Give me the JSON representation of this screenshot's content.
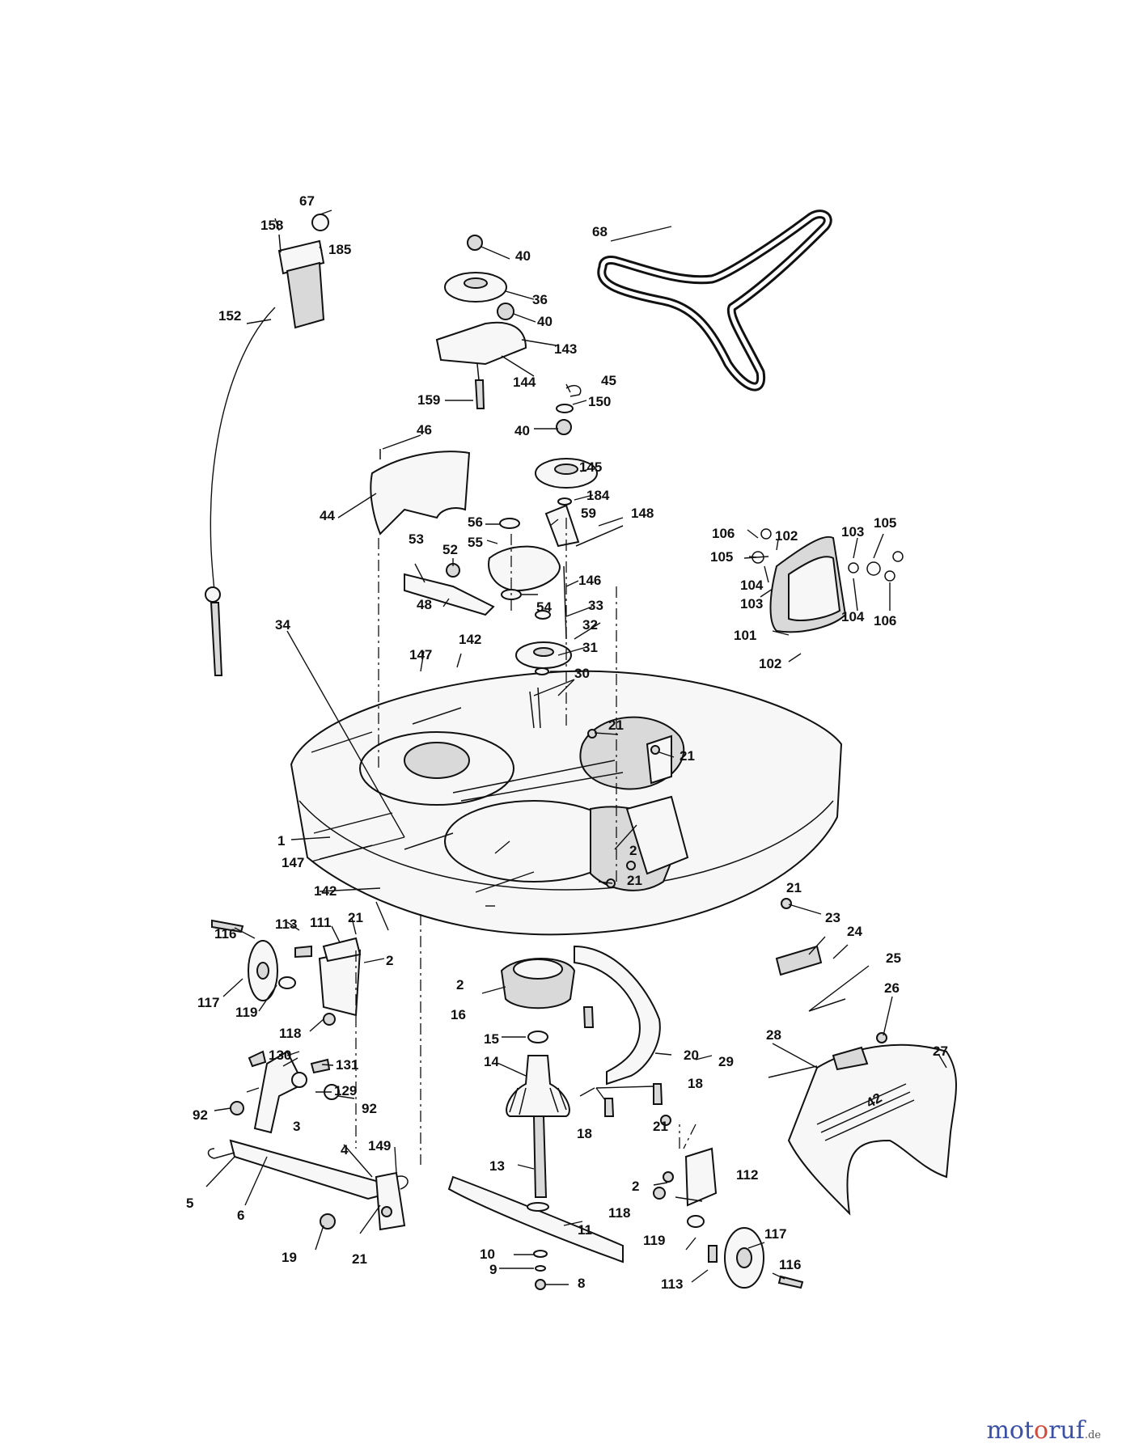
{
  "labels": [
    "1",
    "2",
    "2",
    "2",
    "2",
    "3",
    "4",
    "5",
    "6",
    "8",
    "9",
    "10",
    "11",
    "13",
    "14",
    "15",
    "16",
    "18",
    "18",
    "19",
    "20",
    "21",
    "21",
    "21",
    "21",
    "21",
    "21",
    "21",
    "23",
    "24",
    "25",
    "26",
    "27",
    "28",
    "29",
    "30",
    "31",
    "32",
    "33",
    "34",
    "36",
    "40",
    "40",
    "40",
    "44",
    "45",
    "46",
    "48",
    "52",
    "53",
    "54",
    "55",
    "56",
    "59",
    "67",
    "68",
    "92",
    "92",
    "101",
    "102",
    "102",
    "103",
    "103",
    "104",
    "104",
    "105",
    "105",
    "106",
    "106",
    "111",
    "112",
    "113",
    "113",
    "116",
    "116",
    "117",
    "117",
    "118",
    "118",
    "119",
    "119",
    "129",
    "130",
    "131",
    "142",
    "142",
    "143",
    "144",
    "145",
    "146",
    "147",
    "147",
    "148",
    "149",
    "150",
    "152",
    "158",
    "159",
    "184",
    "185"
  ],
  "brand": {
    "part1": "mot",
    "part2": "o",
    "part3": "ruf",
    "tld": ".de"
  },
  "deck_decal": "42"
}
